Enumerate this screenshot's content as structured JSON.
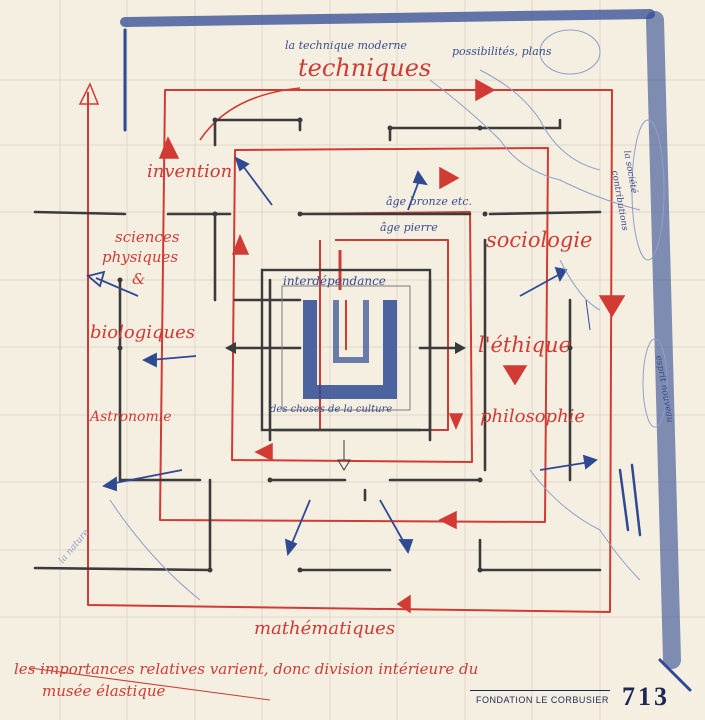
{
  "labels": {
    "techniques": "techniques",
    "technique_moderne": "la technique moderne",
    "possibilites": "possibilités, plans",
    "invention": "invention",
    "age_bronze": "âge bronze etc.",
    "age_pierre": "âge pierre",
    "sciences_1": "sciences",
    "sciences_2": "physiques",
    "sciences_3": "&",
    "biologiques": "biologiques",
    "astronomie": "Astronomie",
    "interdependance": "interdépendance",
    "choses_culture": "des choses de la culture",
    "sociologie": "sociologie",
    "ethique": "l'éthique",
    "philosophie": "philosophie",
    "la_societe": "la société",
    "contributions": "contributions",
    "esprit_nouveau": "esprit nouveau",
    "mathematiques": "mathématiques",
    "left_margin": "la nature",
    "bottom_line_1": "les importances relatives varient, donc division intérieure du",
    "bottom_line_2": "musée élastique"
  },
  "stamp": "FONDATION LE CORBUSIER",
  "number": "713",
  "colors": {
    "paper": "#f5efe2",
    "red_pencil": "#d23a34",
    "blue_pencil": "#2f4a93",
    "graphite": "#3b3b3b",
    "stamp_ink": "#1e2755"
  }
}
